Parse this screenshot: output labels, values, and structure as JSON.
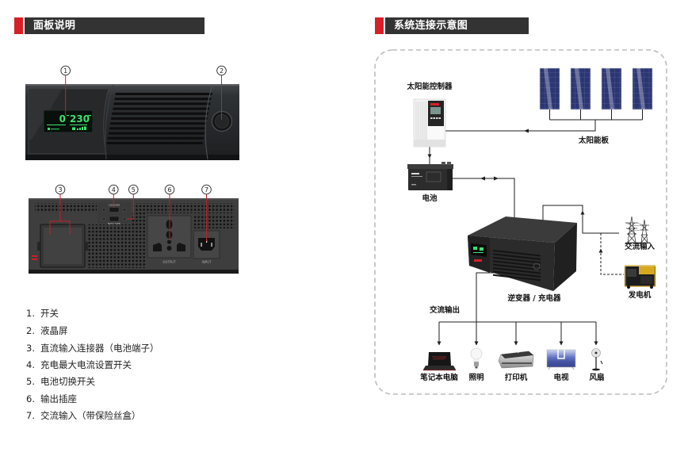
{
  "colors": {
    "accent_red": "#d71f27",
    "header_bg": "#333333",
    "lcd_green": "#3be36e",
    "callout_line": "#c4202a",
    "dashed_border": "#bdbdbd"
  },
  "panel_section": {
    "title": "面板说明",
    "front_panel": {
      "callouts": [
        "1",
        "2"
      ],
      "lcd": {
        "left_reading": "0",
        "right_reading": "230"
      }
    },
    "rear_panel": {
      "callouts": [
        "3",
        "4",
        "5",
        "6",
        "7"
      ],
      "switch_labels": {
        "top": "CHARGER",
        "bottom": "BATT TYPE"
      },
      "output_label": "OUTPUT",
      "input_label": "INPUT"
    },
    "legend": [
      {
        "number": "1.",
        "text": "开关"
      },
      {
        "number": "2.",
        "text": "液晶屏"
      },
      {
        "number": "3.",
        "text": "直流输入连接器（电池端子）"
      },
      {
        "number": "4.",
        "text": "充电最大电流设置开关"
      },
      {
        "number": "5.",
        "text": "电池切换开关"
      },
      {
        "number": "6.",
        "text": "输出插座"
      },
      {
        "number": "7.",
        "text": "交流输入（带保险丝盒）"
      }
    ]
  },
  "system_section": {
    "title": "系统连接示意图",
    "labels": {
      "solar_controller": "太阳能控制器",
      "solar_panels": "太阳能板",
      "battery": "电池",
      "inverter": "逆变器 / 充电器",
      "ac_input": "交流输入",
      "generator": "发电机",
      "ac_output": "交流输出"
    },
    "loads": [
      {
        "label": "笔记本电脑",
        "icon": "laptop-icon"
      },
      {
        "label": "照明",
        "icon": "light-bulb-icon"
      },
      {
        "label": "打印机",
        "icon": "printer-icon"
      },
      {
        "label": "电视",
        "icon": "tv-icon"
      },
      {
        "label": "风扇",
        "icon": "fan-icon"
      }
    ]
  }
}
